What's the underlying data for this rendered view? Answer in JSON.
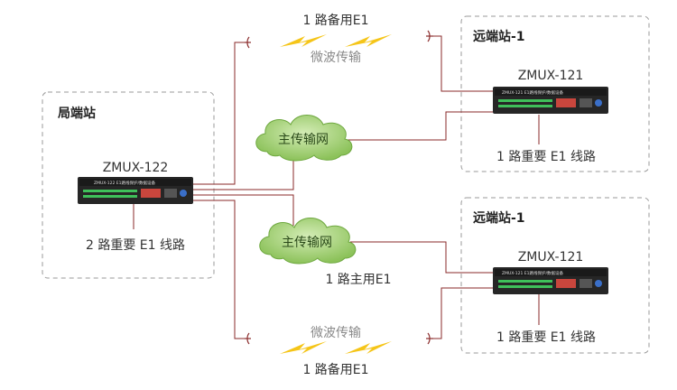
{
  "stations": {
    "central": {
      "title": "局端站",
      "device": "ZMUX-122",
      "note": "2 路重要 E1 线路"
    },
    "remote_top": {
      "title": "远端站-1",
      "device": "ZMUX-121",
      "note": "1 路重要 E1 线路"
    },
    "remote_bottom": {
      "title": "远端站-1",
      "device": "ZMUX-121",
      "note": "1 路重要 E1 线路"
    }
  },
  "links": {
    "backup_top": "1 路备用E1",
    "microwave_top": "微波传输",
    "backup_bottom": "1 路备用E1",
    "microwave_bottom": "微波传输",
    "primary": "1 路主用E1"
  },
  "clouds": {
    "top": "主传输网",
    "bottom": "主传输网"
  },
  "device_plate": {
    "central": "ZMUX-122 E1路线保护/数据设备",
    "remote": "ZMUX-121 E1路线保护/数据设备"
  },
  "colors": {
    "line": "#8a2a2a",
    "cloud_fill": "#a6d37b",
    "bolt": "#f5c518",
    "dashed_box": "#9a9a9a",
    "device": "#262626"
  }
}
